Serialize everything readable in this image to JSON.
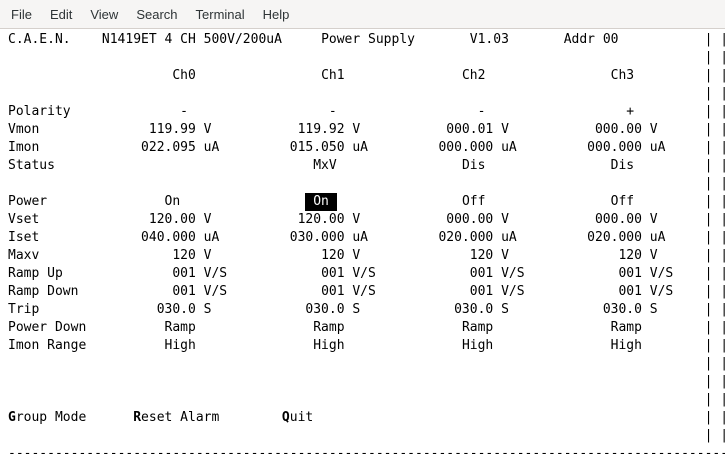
{
  "menu_bar": {
    "items": [
      "File",
      "Edit",
      "View",
      "Search",
      "Terminal",
      "Help"
    ]
  },
  "terminal": {
    "header": {
      "brand": "C.A.E.N.",
      "model": "N1419ET 4 CH 500V/200uA",
      "product": "Power Supply",
      "version": "V1.03",
      "address": "Addr 00"
    },
    "channels": [
      "Ch0",
      "Ch1",
      "Ch2",
      "Ch3"
    ],
    "rows": [
      {
        "label": "Polarity",
        "type": "polarity",
        "values": [
          "-",
          "-",
          "-",
          "+"
        ]
      },
      {
        "label": "Vmon",
        "type": "num",
        "unit": "V",
        "values": [
          "119.99",
          "119.92",
          "000.01",
          "000.00"
        ]
      },
      {
        "label": "Imon",
        "type": "num",
        "unit": "uA",
        "values": [
          "022.095",
          "015.050",
          "000.000",
          "000.000"
        ]
      },
      {
        "label": "Status",
        "type": "text",
        "values": [
          "",
          "MxV",
          "Dis",
          "Dis"
        ]
      },
      {
        "type": "blank"
      },
      {
        "label": "Power",
        "type": "text",
        "values": [
          "On",
          "On",
          "Off",
          "Off"
        ],
        "highlight": 1
      },
      {
        "label": "Vset",
        "type": "num",
        "unit": "V",
        "values": [
          "120.00",
          "120.00",
          "000.00",
          "000.00"
        ]
      },
      {
        "label": "Iset",
        "type": "num",
        "unit": "uA",
        "values": [
          "040.000",
          "030.000",
          "020.000",
          "020.000"
        ]
      },
      {
        "label": "Maxv",
        "type": "num",
        "unit": "V",
        "values": [
          "120",
          "120",
          "120",
          "120"
        ]
      },
      {
        "label": "Ramp Up",
        "type": "num",
        "unit": "V/S",
        "values": [
          "001",
          "001",
          "001",
          "001"
        ]
      },
      {
        "label": "Ramp Down",
        "type": "num",
        "unit": "V/S",
        "values": [
          "001",
          "001",
          "001",
          "001"
        ]
      },
      {
        "label": "Trip",
        "type": "num",
        "unit": "S",
        "values": [
          "030.0",
          "030.0",
          "030.0",
          "030.0"
        ]
      },
      {
        "label": "Power Down",
        "type": "text",
        "values": [
          "Ramp",
          "Ramp",
          "Ramp",
          "Ramp"
        ]
      },
      {
        "label": "Imon Range",
        "type": "text",
        "values": [
          "High",
          "High",
          "High",
          "High"
        ]
      }
    ],
    "commands": [
      {
        "label": "Group Mode"
      },
      {
        "label": "Reset Alarm"
      },
      {
        "label": "Quit"
      }
    ],
    "border_char": "|",
    "dash_char": "-",
    "colors": {
      "background": "#ffffff",
      "foreground": "#000000",
      "selection_bg": "#000000",
      "selection_fg": "#ffffff"
    }
  }
}
